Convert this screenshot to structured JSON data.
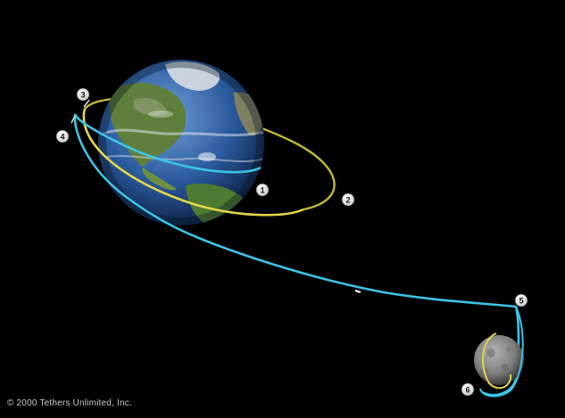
{
  "credit": "© 2000 Tethers Unlimited, Inc.",
  "markers": [
    {
      "label": "1"
    },
    {
      "label": "2"
    },
    {
      "label": "3"
    },
    {
      "label": "4"
    },
    {
      "label": "5"
    },
    {
      "label": "6"
    }
  ],
  "colors": {
    "background": "#000000",
    "orbit_yellow": "#e3d64a",
    "trajectory_cyan": "#3cc4e6",
    "ocean": "#2a5a9e",
    "land": "#5f8a3e",
    "moon": "#8a8a8a"
  }
}
